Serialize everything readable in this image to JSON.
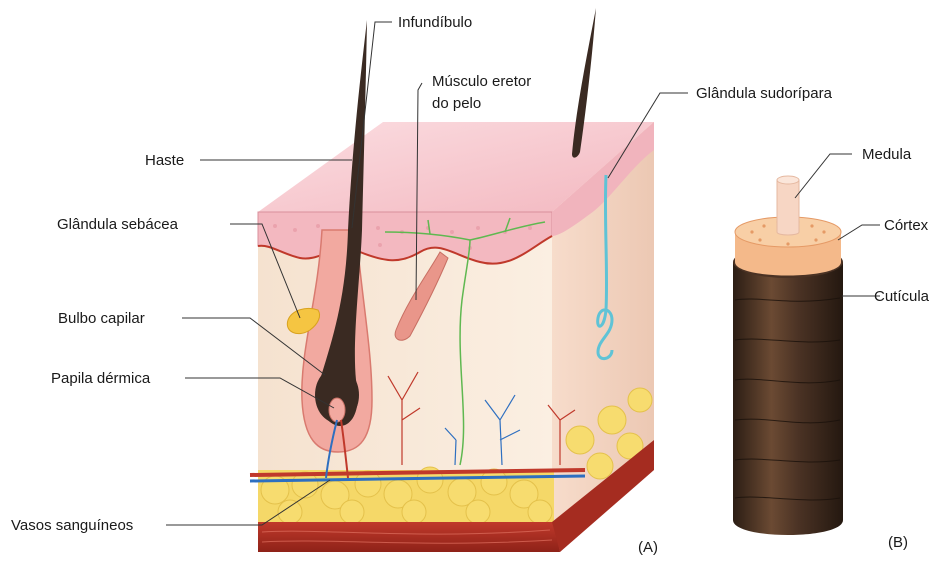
{
  "labels": {
    "infundibulo": "Infundíbulo",
    "musculo_line1": "Músculo eretor",
    "musculo_line2": "do pelo",
    "glandula_sudoripara": "Glândula sudorípara",
    "haste": "Haste",
    "glandula_sebacea": "Glândula sebácea",
    "bulbo_capilar": "Bulbo capilar",
    "papila_dermica": "Papila dérmica",
    "vasos_sanguineos": "Vasos sanguíneos",
    "medula": "Medula",
    "cortex": "Córtex",
    "cuticula": "Cutícula"
  },
  "panels": {
    "a": "(A)",
    "b": "(B)"
  },
  "colors": {
    "epidermis": "#f6c9cf",
    "dermis": "#f7e3cf",
    "hypodermis_fat": "#f7dc6f",
    "muscle": "#e9968a",
    "hair": "#3a2a22",
    "blood_red": "#c0392b",
    "blood_blue": "#2e6fc0",
    "sweat_gland": "#5fc3d6",
    "nerve": "#5fb850"
  }
}
